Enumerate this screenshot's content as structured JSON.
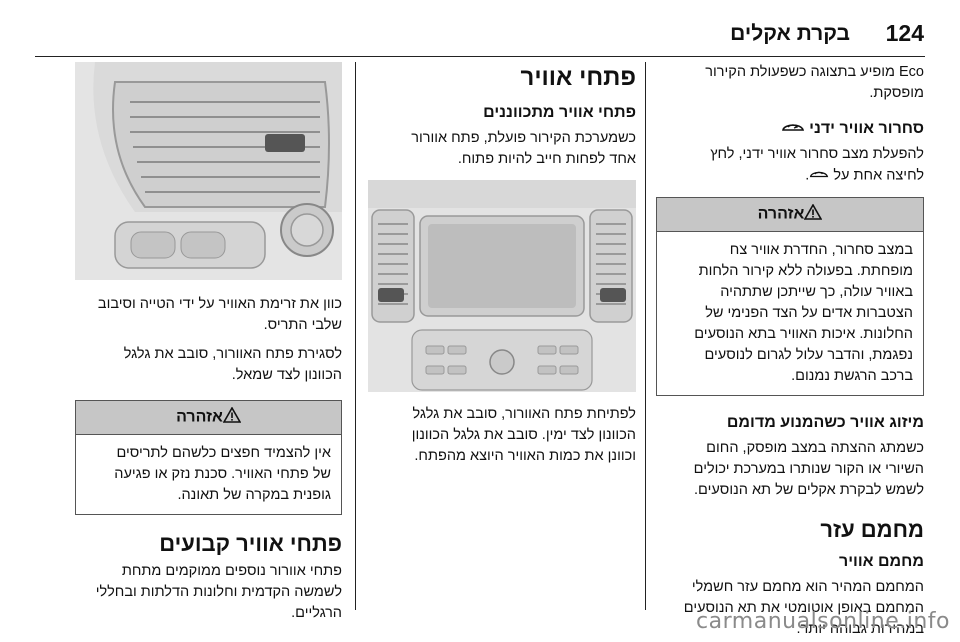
{
  "header": {
    "page_number": "124",
    "chapter_title": "בקרת אקלים"
  },
  "right_column": {
    "intro_text_line1": "Eco מופיע בתצוגה כשפעולת הקירור",
    "intro_text_line2": "מופסקת.",
    "manual_air_heading": "סחרור אוויר ידני",
    "manual_air_icon": "recirculation-icon",
    "manual_air_text_line1": "להפעלת מצב סחרור אוויר ידני, לחץ",
    "manual_air_text_line2": "לחיצה אחת על",
    "warning1": {
      "title": "אזהרה",
      "text": [
        "במצב סחרור, החדרת אוויר צח",
        "מופחתת. בפעולה ללא קירור הלחות",
        "באוויר עולה, כך שייתכן שתתהיה",
        "הצטברות אדים על הצד הפנימי של",
        "החלונות. איכות האוויר בתא הנוסעים",
        "נפגמת, והדבר עלול לגרום לנוסעים",
        "ברכב הרגשת נמנום."
      ]
    },
    "conditioning_heading": "מיזוג אוויר כשהמנוע מדומם",
    "conditioning_text": [
      "כשמתג ההצתה במצב מופסק, החום",
      "השיורי או הקור שנותרו במערכת יכולים",
      "לשמש לבקרת אקלים של תא הנוסעים."
    ],
    "section_title": "מחמם עזר",
    "subsection_title": "מחמם אוויר",
    "aux_text": [
      "המחמם המהיר הוא מחמם עזר חשמלי",
      "המחמם באופן אוטומטי את תא הנוסעים",
      "במהירות גבוהה יותר."
    ]
  },
  "middle_column": {
    "section_title": "פתחי אוויר",
    "subsection_title": "פתחי אוויר מתכווננים",
    "intro_text": [
      "כשמערכת הקירור פועלת, פתח אוורור",
      "אחד לפחות חייב להיות פתוח."
    ],
    "caption": [
      "לפתיחת פתח האוורור, סובב את גלגל",
      "הכוונון לצד ימין. סובב את גלגל הכוונון",
      "וכוונן את כמות האוויר היוצא מהפתח."
    ]
  },
  "left_column": {
    "caption1": [
      "כוון את זרימת האוויר על ידי הטייה וסיבוב",
      "שלבי התריס."
    ],
    "caption2": [
      "לסגירת פתח האוורור, סובב את גלגל",
      "הכוונון לצד שמאל."
    ],
    "warning2": {
      "title": "אזהרה",
      "text": [
        "אין להצמיד חפצים כלשהם לתריסים",
        "של פתחי האוויר. סכנת נזק או פגיעה",
        "גופנית במקרה של תאונה."
      ]
    },
    "fixed_heading": "פתחי אוויר קבועים",
    "fixed_text": [
      "פתחי אוורור נוספים ממוקמים מתחת",
      "לשמשה הקדמית וחלונות הדלתות ובחללי",
      "הרגליים."
    ]
  },
  "watermark": "carmanualsonline.info",
  "colors": {
    "warning_header_bg": "#c6c6c6",
    "rule_color": "#222222"
  }
}
